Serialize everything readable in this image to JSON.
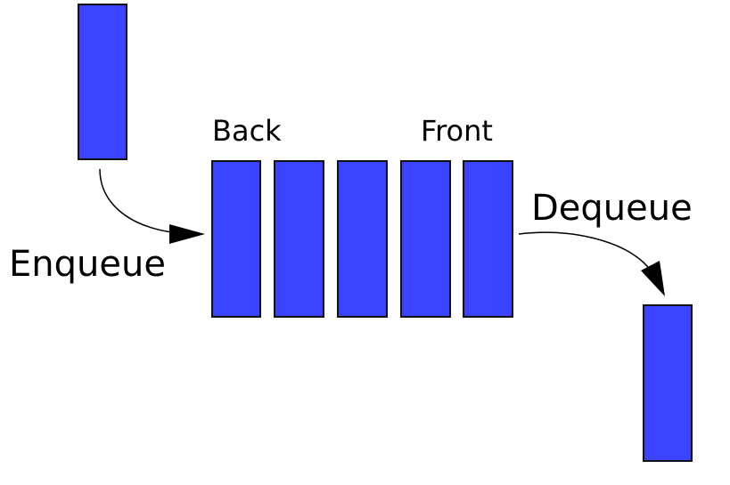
{
  "diagram": {
    "labels": {
      "back": "Back",
      "front": "Front",
      "enqueue": "Enqueue",
      "dequeue": "Dequeue"
    },
    "queue_size": 5
  },
  "colors": {
    "block_fill": "#3a44ff",
    "block_border": "#111111",
    "arrow": "#000000",
    "background": "#ffffff"
  }
}
